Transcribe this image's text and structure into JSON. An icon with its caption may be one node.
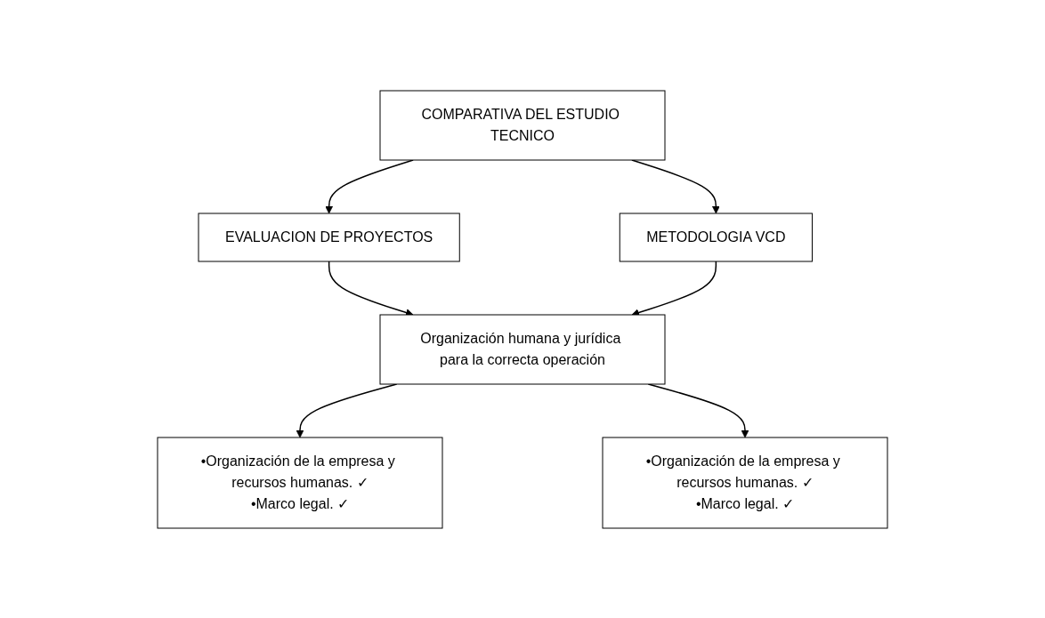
{
  "diagram": {
    "nodes": [
      {
        "text": [
          "COMPARATIVA DEL ESTUDIO TECNICO"
        ]
      },
      {
        "text": [
          "EVALUACION DE PROYECTOS"
        ]
      },
      {
        "text": [
          "METODOLOGIA VCD"
        ]
      },
      {
        "text": [
          "Organización humana y jurídica para la correcta operación"
        ]
      },
      {
        "text": [
          "•Organización de la empresa y recursos humanas. ✓",
          "•Marco legal. ✓"
        ]
      },
      {
        "text": [
          "•Organización de la empresa y recursos humanas. ✓",
          "•Marco legal. ✓"
        ]
      }
    ],
    "edges": [
      {
        "from": 0,
        "to": 1,
        "arrow": "to"
      },
      {
        "from": 0,
        "to": 2,
        "arrow": "to"
      },
      {
        "from": 1,
        "to": 3,
        "arrow": "to"
      },
      {
        "from": 2,
        "to": 3,
        "arrow": "to"
      },
      {
        "from": 3,
        "to": 4,
        "arrow": "to"
      },
      {
        "from": 3,
        "to": 5,
        "arrow": "to"
      }
    ]
  }
}
